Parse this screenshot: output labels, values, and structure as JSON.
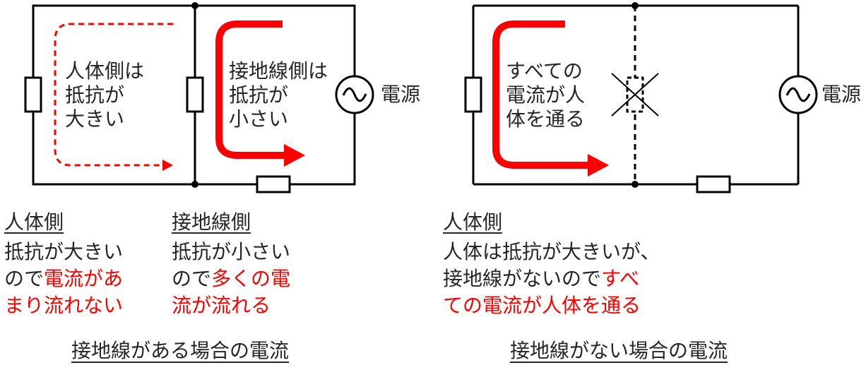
{
  "colors": {
    "wire": "#000000",
    "current": "#ff0000",
    "text": "#262626",
    "highlight": "#ff0000"
  },
  "left": {
    "human_side_inner": [
      "人体側は",
      "抵抗が",
      "大きい"
    ],
    "ground_side_inner": [
      "接地線側は",
      "抵抗が",
      "小さい"
    ],
    "source_label": "電源",
    "human_heading": "人体側",
    "human_desc": {
      "l1": "抵抗が大きい",
      "l2_black": "ので",
      "l2_red": "電流があ",
      "l3_red": "まり流れない"
    },
    "ground_heading": "接地線側",
    "ground_desc": {
      "l1": "抵抗が小さい",
      "l2_black": "ので",
      "l2_red": "多くの電",
      "l3_red": "流が流れる"
    },
    "caption": "接地線がある場合の電流"
  },
  "right": {
    "inner": [
      "すべての",
      "電流が人",
      "体を通る"
    ],
    "source_label": "電源",
    "human_heading": "人体側",
    "desc": {
      "l1": "人体は抵抗が大きいが、",
      "l2_black": "接地線がないので",
      "l2_red": "すべ",
      "l3_red": "ての電流が人体を通る"
    },
    "caption": "接地線がない場合の電流"
  }
}
